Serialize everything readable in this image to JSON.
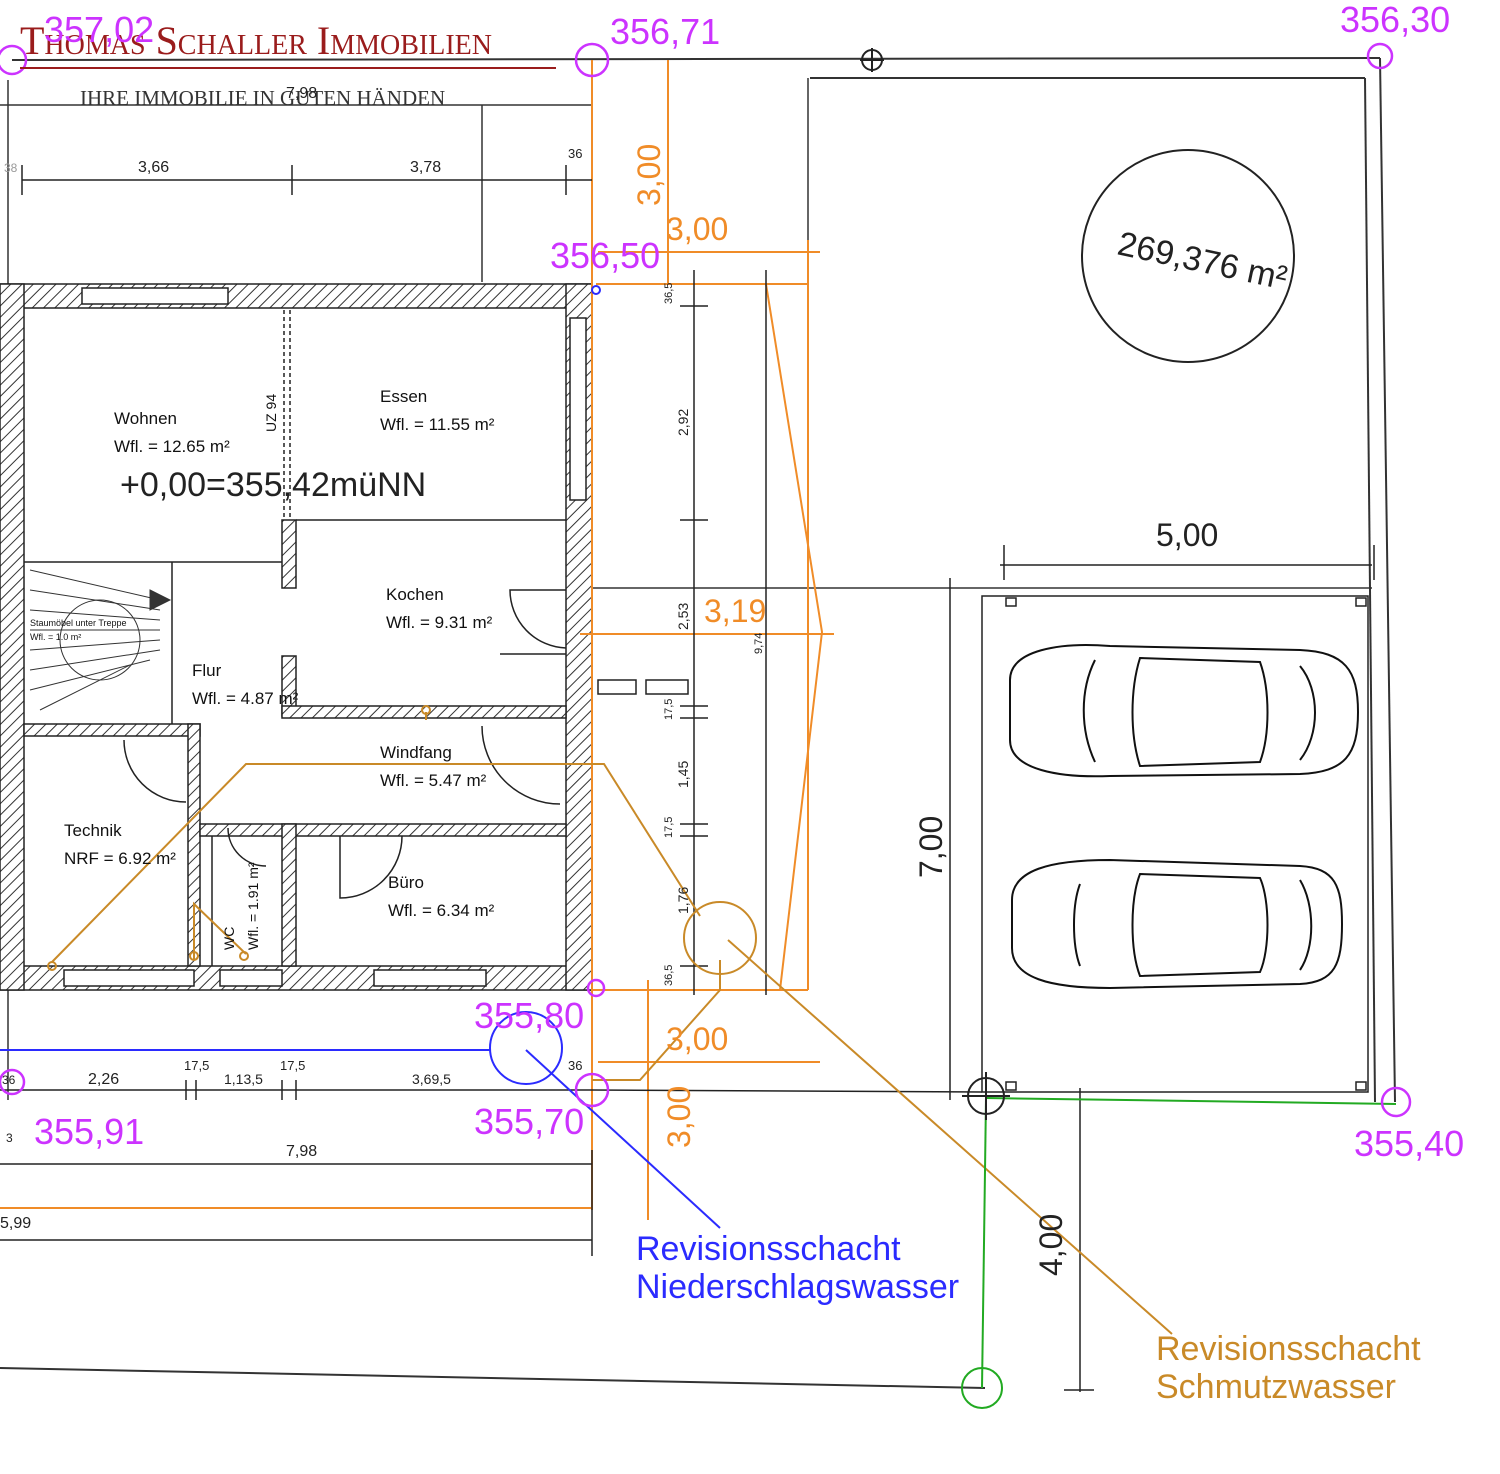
{
  "colors": {
    "magenta": "#cc33ff",
    "orange": "#f08c28",
    "brown": "#c98a28",
    "blue": "#2b2bff",
    "green": "#22aa22",
    "brand_red": "#9a1c1c",
    "line": "#222222"
  },
  "brand": {
    "title": "Thomas Schaller Immobilien",
    "subtitle": "IHRE IMMOBILIE IN GUTEN HÄNDEN"
  },
  "elevations": {
    "e1": "357,02",
    "e2": "356,71",
    "e3": "356,30",
    "e4": "356,50",
    "e5": "355,80",
    "e6": "355,70",
    "e7": "355,91",
    "e8": "355,40"
  },
  "level_reference": "+0,00=355,42müNN",
  "area_circle_label": "269,376 m²",
  "rooms": [
    {
      "name": "Wohnen",
      "area": "Wfl. = 12.65 m²"
    },
    {
      "name": "Essen",
      "area": "Wfl. = 11.55 m²"
    },
    {
      "name": "Kochen",
      "area": "Wfl. = 9.31 m²"
    },
    {
      "name": "Flur",
      "area": "Wfl. = 4.87 m²"
    },
    {
      "name": "Windfang",
      "area": "Wfl. = 5.47 m²"
    },
    {
      "name": "Technik",
      "area": "NRF = 6.92 m²"
    },
    {
      "name": "Büro",
      "area": "Wfl. = 6.34 m²"
    },
    {
      "name": "WC",
      "area": "Wfl. = 1.91 m²"
    },
    {
      "name": "Staumöbel unter Treppe",
      "area": "Wfl. = 1.0 m²"
    }
  ],
  "uz_label": "UZ 94",
  "black_dims": {
    "top_total": "7,98",
    "top_a": "3,66",
    "top_b": "3,78",
    "top_c": "36",
    "top_left": "38",
    "v_292": "2,92",
    "v_253": "2,53",
    "v_145": "1,45",
    "v_176": "1,76",
    "v_365a": "36,5",
    "v_365b": "36,5",
    "v_175a": "17,5",
    "v_175b": "17,5",
    "v_974": "9,74",
    "bot_a": "2,26",
    "bot_b": "17,5",
    "bot_c": "1,13,5",
    "bot_d": "17,5",
    "bot_e": "3,69,5",
    "bot_f": "36",
    "bot_left": "36",
    "bot_3": "3",
    "bot_total": "7,98",
    "bot_599": "5,99",
    "garage_w": "5,00",
    "garage_h": "7,00",
    "front_4": "4,00"
  },
  "orange_dims": {
    "v_top": "3,00",
    "h_top": "3,00",
    "h_mid": "3,19",
    "h_bot": "3,00",
    "v_bot": "3,00"
  },
  "annotations": {
    "rain_line1": "Revisionsschacht",
    "rain_line2": "Niederschlagswasser",
    "waste_line1": "Revisionsschacht",
    "waste_line2": "Schmutzwasser"
  }
}
